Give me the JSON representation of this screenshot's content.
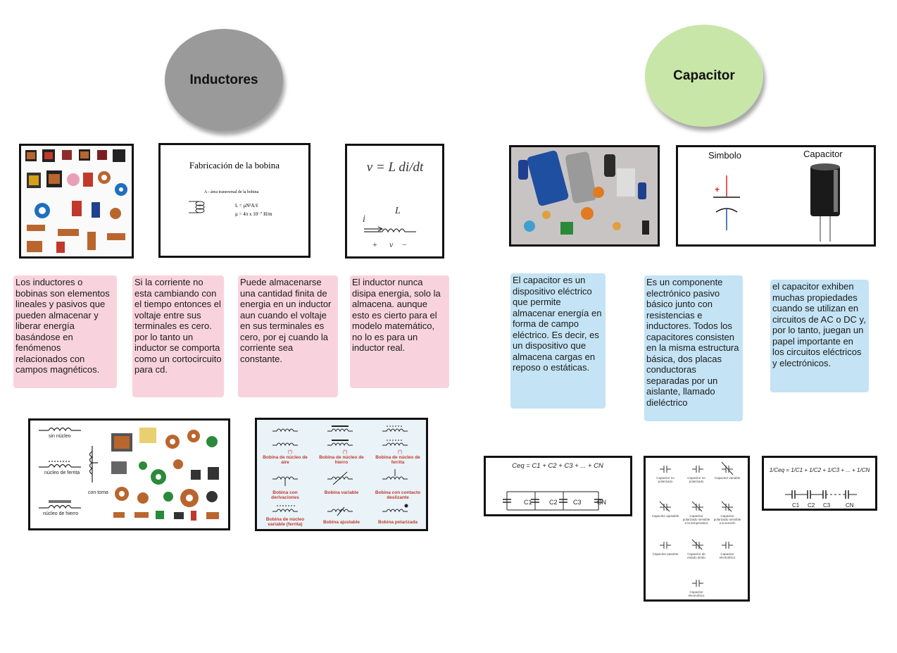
{
  "inductores": {
    "title": "Inductores",
    "bobina_title": "Fabricación de la bobina",
    "bobina_area_label": "A - área transversal de la bobina",
    "bobina_formula_l": "L = μN²A/ℓ",
    "bobina_formula_mu": "μ = 4π x 10⁻⁷ H/m",
    "formula_v": "v = L di/dt",
    "symbol_L": "L",
    "symbol_i": "i",
    "symbol_plus": "+",
    "symbol_v": "v",
    "symbol_minus": "−",
    "notes": [
      "Los inductores o bobinas son elementos lineales y pasivos que pueden almacenar y liberar energía basándose en fenómenos relacionados con campos magnéticos.",
      "Si la corriente no esta cambiando con el tiempo entonces el voltaje entre sus terminales es cero. por lo tanto un inductor se comporta como un cortocircuito para cd.",
      "Puede almacenarse una cantidad finita de energia en un inductor aun cuando el voltaje en sus terminales es cero, por ej cuando la corriente sea constante.",
      "El inductor nunca disipa energia, solo la almacena. aunque esto es cierto para el modelo matemático, no lo es para un inductor real."
    ],
    "core_labels": {
      "sin_nucleo": "sin núcleo",
      "nucleo_ferrita": "núcleo de ferrita",
      "con_toma": "con toma",
      "nucleo_hierro": "núcleo de hierro"
    },
    "symbol_types": [
      "Bobina de núcleo de aire",
      "Bobina de núcleo de hierro",
      "Bobina de núcleo de ferrita",
      "Bobina con derivaciones",
      "Bobina variable",
      "Bobina con contacto deslizante",
      "Bobina de núcleo variable (ferrita)",
      "Bobina ajustable",
      "Bobina polarizada"
    ],
    "symbol_star": "(*)"
  },
  "capacitor": {
    "title": "Capacitor",
    "simbolo_label": "Simbolo",
    "capacitor_label": "Capacitor",
    "plus_sign": "+",
    "notes": [
      "El capacitor es un dispositivo eléctrico que permite almacenar energía en forma de campo eléctrico. Es decir, es un dispositivo que almacena cargas en reposo o estáticas.",
      "Es un componente electrónico pasivo básico junto con resistencias e inductores. Todos los capacitores consisten en la misma estructura básica, dos placas conductoras separadas por un aislante, llamado dieléctrico",
      "el capacitor exhiben muchas propiedades cuando se utilizan en circuitos de AC o DC y, por lo tanto, juegan un papel importante en los circuitos eléctricos y electrónicos."
    ],
    "parallel_formula": "Ceq = C1 + C2 + C3 + ... + CN",
    "series_formula": "1/Ceq = 1/C1 + 1/C2 + 1/C3 + ... + 1/CN",
    "cap_labels": [
      "C1",
      "C2",
      "C3",
      "CN"
    ],
    "symbol_types": [
      "Capacitor no polarizado",
      "Capacitor no polarizado",
      "Capacitor variable",
      "Capacitor ajustable",
      "Capacitor polarizado sensible a la temperatura",
      "Capacitor polarizado sensible a la tensión",
      "Capacitor pasante",
      "Capacitor de estado diodo",
      "Capacitor electrolítico",
      "Capacitor electrolítico"
    ]
  },
  "colors": {
    "inductores_bubble": "#9a9a9a",
    "capacitor_bubble": "#c8e6a8",
    "note_pink": "#f8d3de",
    "note_blue": "#c4e3f4",
    "copper": "#b8662e"
  }
}
